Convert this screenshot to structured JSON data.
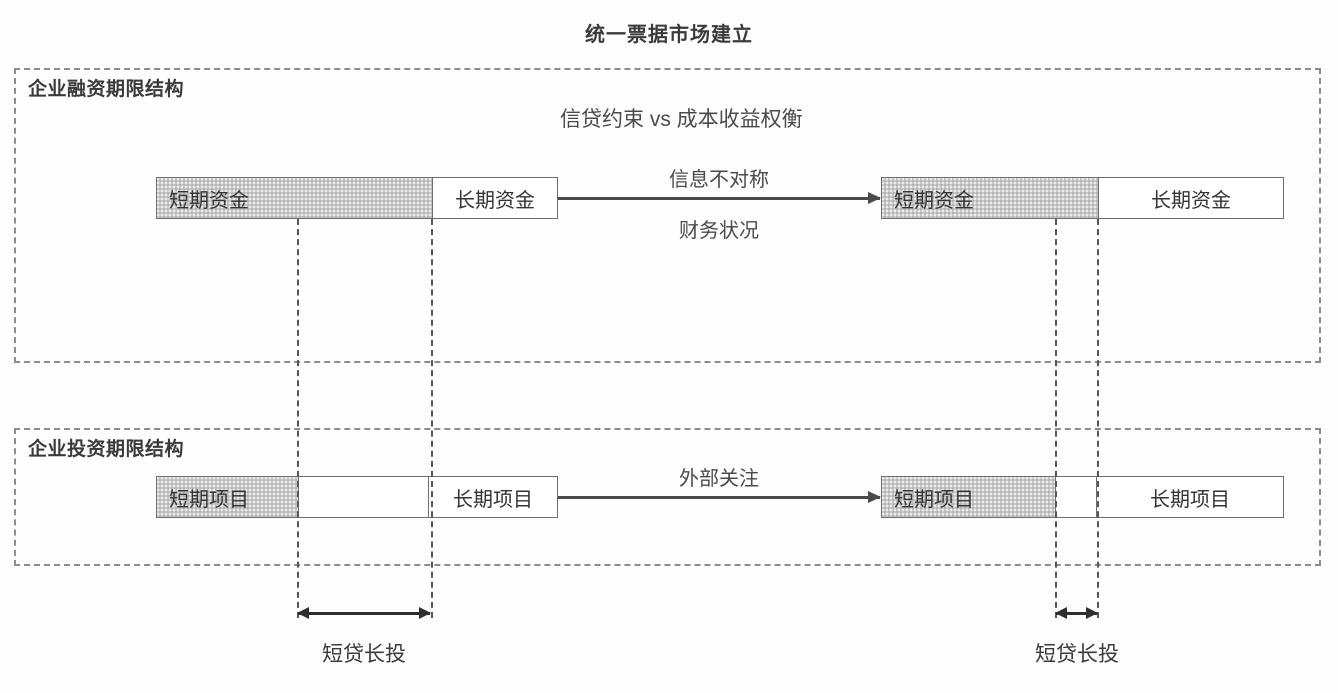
{
  "title": "统一票据市场建立",
  "sections": [
    {
      "id": "financing",
      "label": "企业融资期限结构",
      "caption": "信贷约束 vs 成本收益权衡",
      "left_bar": {
        "short_label": "短期资金",
        "long_label": "长期资金"
      },
      "right_bar": {
        "short_label": "短期资金",
        "long_label": "长期资金"
      },
      "arrow_labels": {
        "above": "信息不对称",
        "below": "财务状况"
      }
    },
    {
      "id": "investment",
      "label": "企业投资期限结构",
      "left_bar": {
        "short_label": "短期项目",
        "long_label": "长期项目"
      },
      "right_bar": {
        "short_label": "短期项目",
        "long_label": "长期项目"
      },
      "arrow_labels": {
        "above": "外部关注"
      }
    }
  ],
  "measures": [
    {
      "id": "left",
      "label": "短贷长投"
    },
    {
      "id": "right",
      "label": "短贷长投"
    }
  ],
  "colors": {
    "short_fill": "#c9c9c9",
    "long_fill": "#ffffff",
    "border": "#6e6e6e",
    "dashed_box": "#8c8c8c",
    "text": "#3a3a3a",
    "arrow": "#4a4a4a"
  }
}
